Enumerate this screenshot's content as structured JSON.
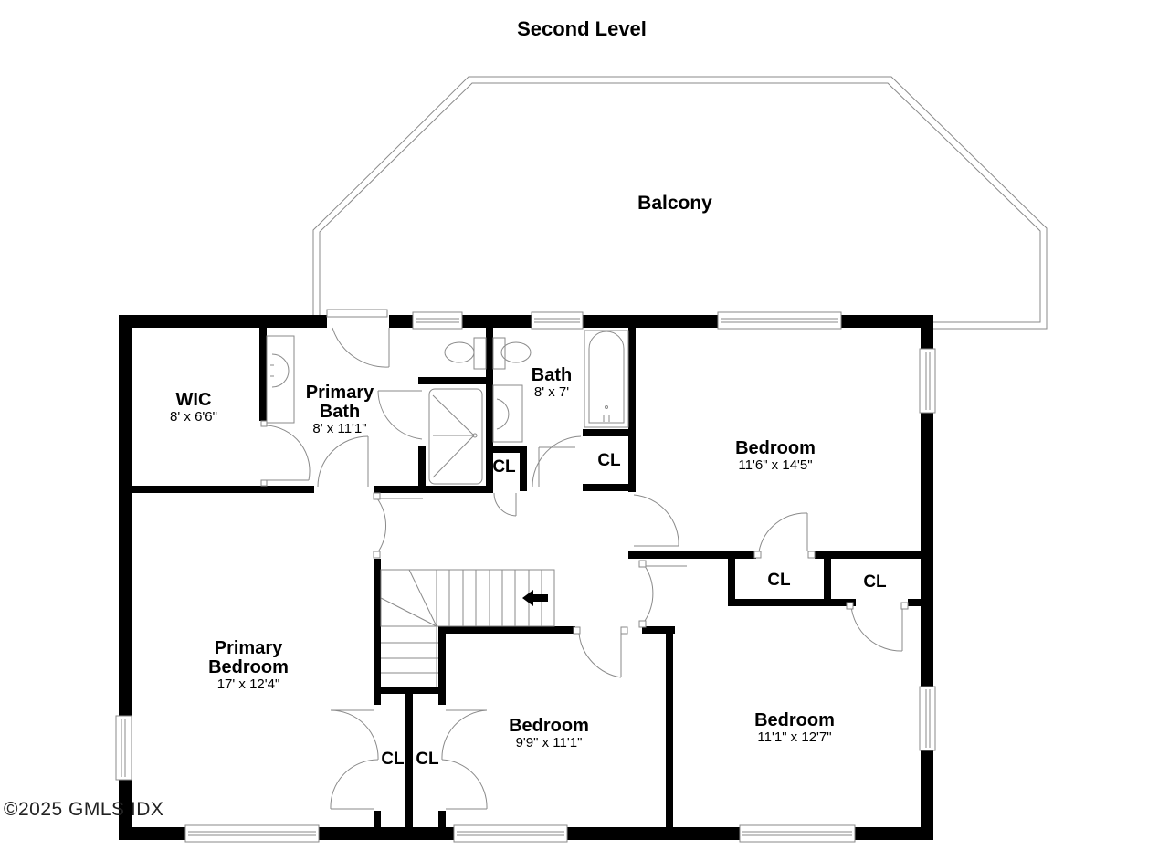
{
  "title": "Second Level",
  "balcony": {
    "label": "Balcony"
  },
  "rooms": [
    {
      "id": "wic",
      "name": "WIC",
      "dims": "8' x 6'6\""
    },
    {
      "id": "primary-bath",
      "name": "Primary\nBath",
      "name_line1": "Primary",
      "name_line2": "Bath",
      "dims": "8' x 11'1\""
    },
    {
      "id": "bath",
      "name": "Bath",
      "dims": "8' x 7'"
    },
    {
      "id": "bedroom-ne",
      "name": "Bedroom",
      "dims": "11'6\" x 14'5\""
    },
    {
      "id": "primary-bedroom",
      "name_line1": "Primary",
      "name_line2": "Bedroom",
      "dims": "17' x 12'4\""
    },
    {
      "id": "bedroom-s",
      "name": "Bedroom",
      "dims": "9'9\" x 11'1\""
    },
    {
      "id": "bedroom-se",
      "name": "Bedroom",
      "dims": "11'1\" x 12'7\""
    }
  ],
  "closets": [
    {
      "id": "cl-bath",
      "label": "CL"
    },
    {
      "id": "cl-hall",
      "label": "CL"
    },
    {
      "id": "cl-ne-1",
      "label": "CL"
    },
    {
      "id": "cl-ne-2",
      "label": "CL"
    },
    {
      "id": "cl-primary",
      "label": "CL"
    },
    {
      "id": "cl-bedroom-s",
      "label": "CL"
    }
  ],
  "watermark": "©2025 GMLS IDX",
  "colors": {
    "wall": "#000000",
    "fixture_line": "#8a8a8a",
    "background": "#ffffff"
  }
}
